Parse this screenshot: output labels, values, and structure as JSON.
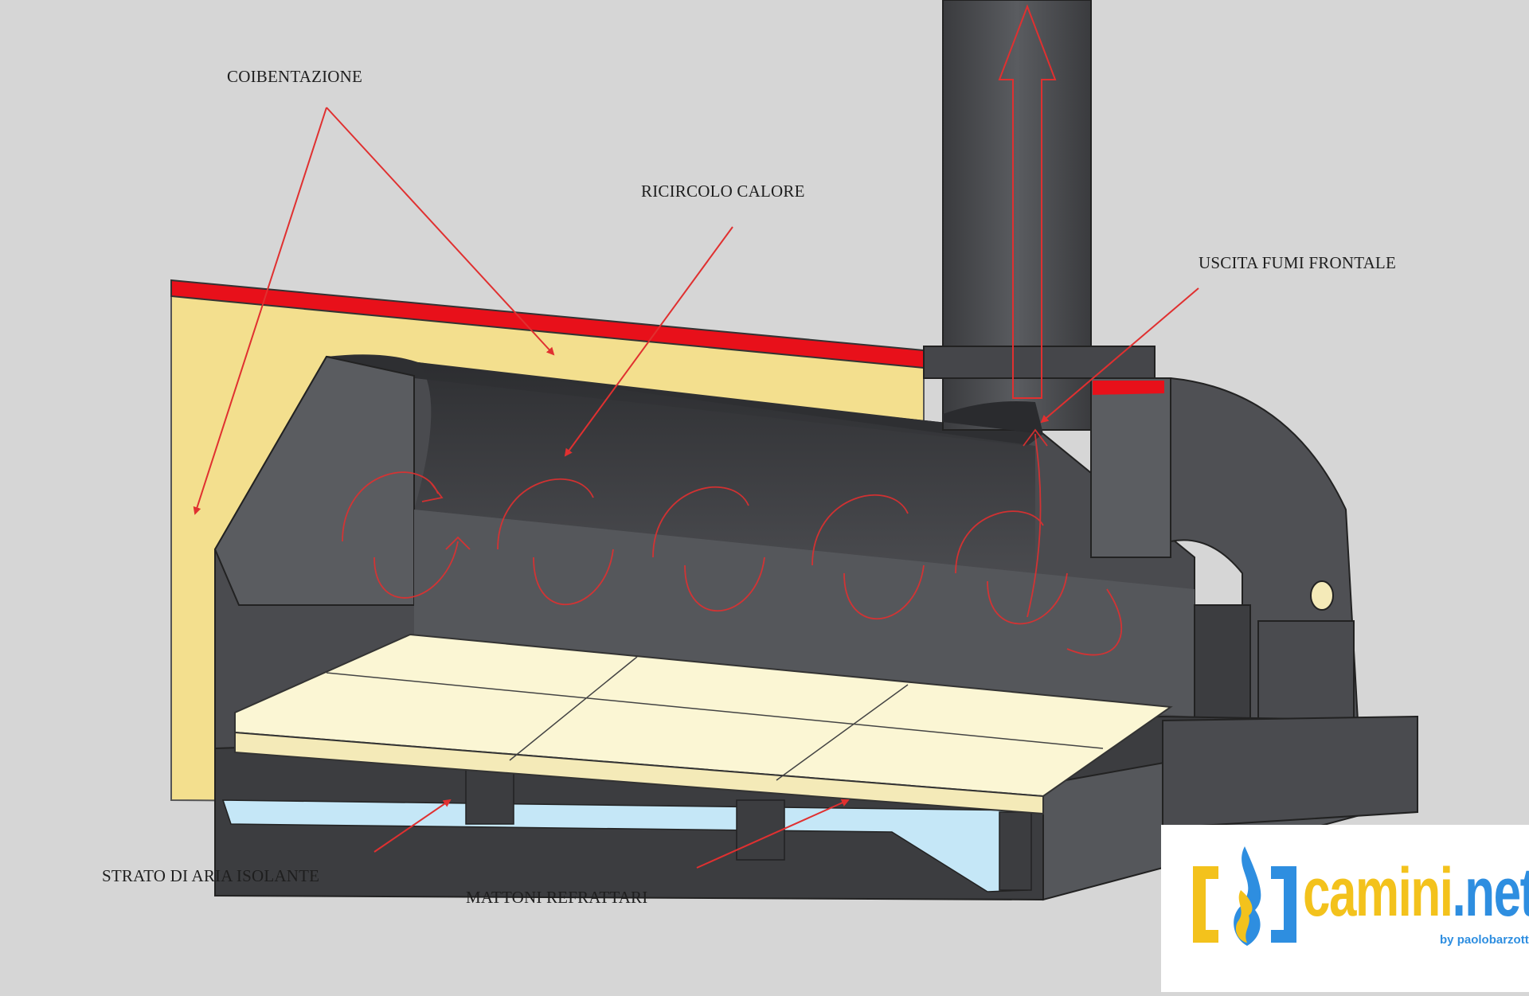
{
  "labels": {
    "coibentazione": "COIBENTAZIONE",
    "ricircolo": "RICIRCOLO  CALORE",
    "uscita_fumi": "USCITA FUMI FRONTALE",
    "strato_aria": "STRATO DI ARIA ISOLANTE",
    "mattoni": "MATTONI REFRATTARI"
  },
  "logo": {
    "brand": "camini",
    "tld": ".net",
    "byline_prefix": "by ",
    "byline_first": "paolo",
    "byline_last": "barzotti",
    "icon": "flame-icon"
  },
  "colors": {
    "background": "#d6d6d6",
    "insulation": "#f3df8e",
    "insulation_top": "#e8101a",
    "steel_dark": "#3c3d40",
    "steel_mid": "#55575b",
    "firebrick": "#fbf6d4",
    "air_gap": "#c5e7f7",
    "arrow_red": "#e03030",
    "logo_yellow": "#f3c21c",
    "logo_blue": "#2e8ee0"
  }
}
